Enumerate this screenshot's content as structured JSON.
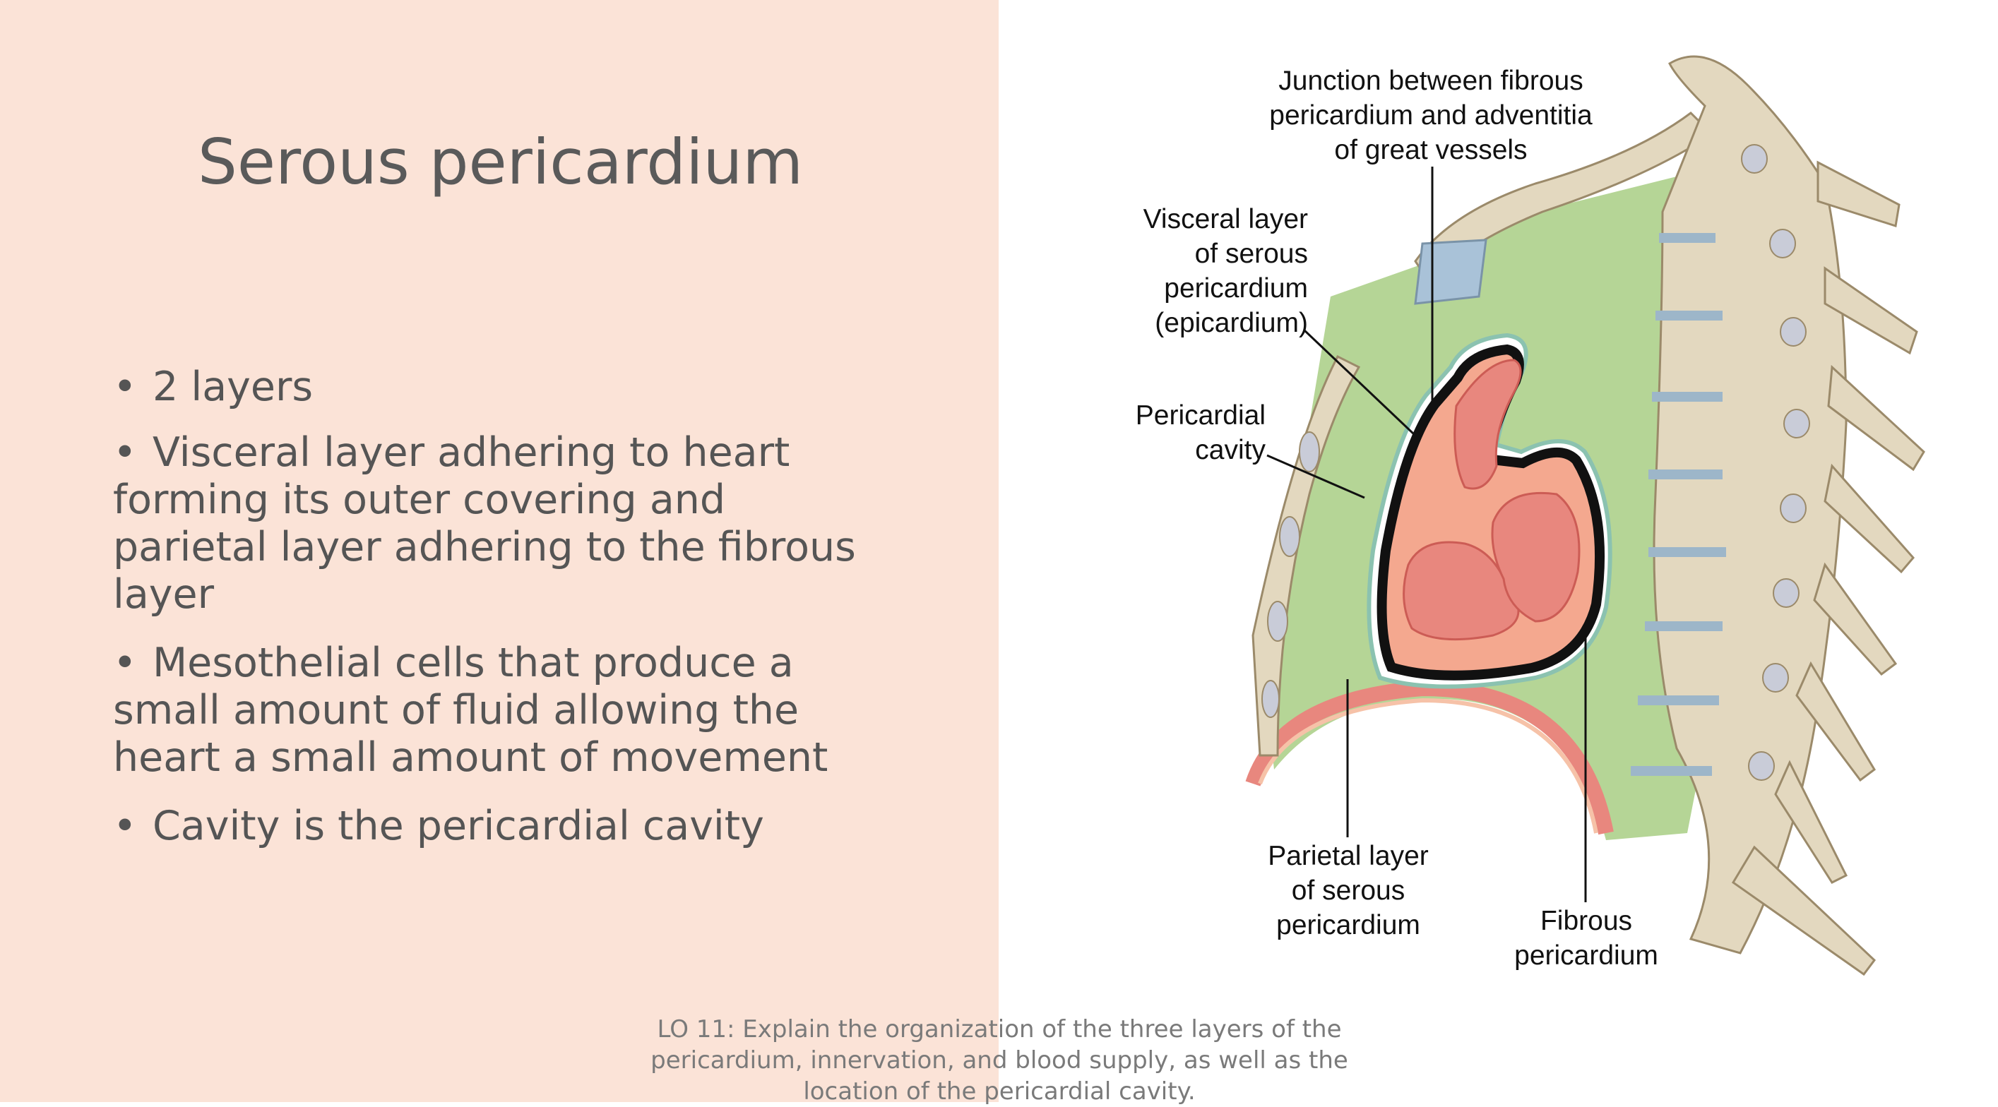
{
  "slide": {
    "title": "Serous pericardium",
    "bullets": [
      "2 layers",
      "Visceral layer adhering to heart forming its outer covering and parietal layer adhering to the fibrous layer",
      "Mesothelial cells that produce a small amount of fluid allowing the heart a small amount of movement",
      "Cavity is the pericardial cavity"
    ],
    "bullet_symbol": "•",
    "footer": "LO 11: Explain the organization of the three layers of the pericardium, innervation, and blood supply, as well as the location of the pericardial cavity."
  },
  "figure": {
    "labels": {
      "junction": [
        "Junction between fibrous",
        "pericardium and adventitia",
        "of great vessels"
      ],
      "visceral": [
        "Visceral layer",
        "of serous",
        "pericardium",
        "(epicardium)"
      ],
      "cavity": [
        "Pericardial",
        "cavity"
      ],
      "parietal": [
        "Parietal layer",
        "of serous",
        "pericardium"
      ],
      "fibrous": [
        "Fibrous",
        "pericardium"
      ]
    }
  },
  "colors": {
    "left_background": "#fbe3d7",
    "text": "#555555",
    "mediastinum_green": "#b5d596",
    "heart_pink": "#e8877e",
    "bone": "#e3d8bf"
  }
}
